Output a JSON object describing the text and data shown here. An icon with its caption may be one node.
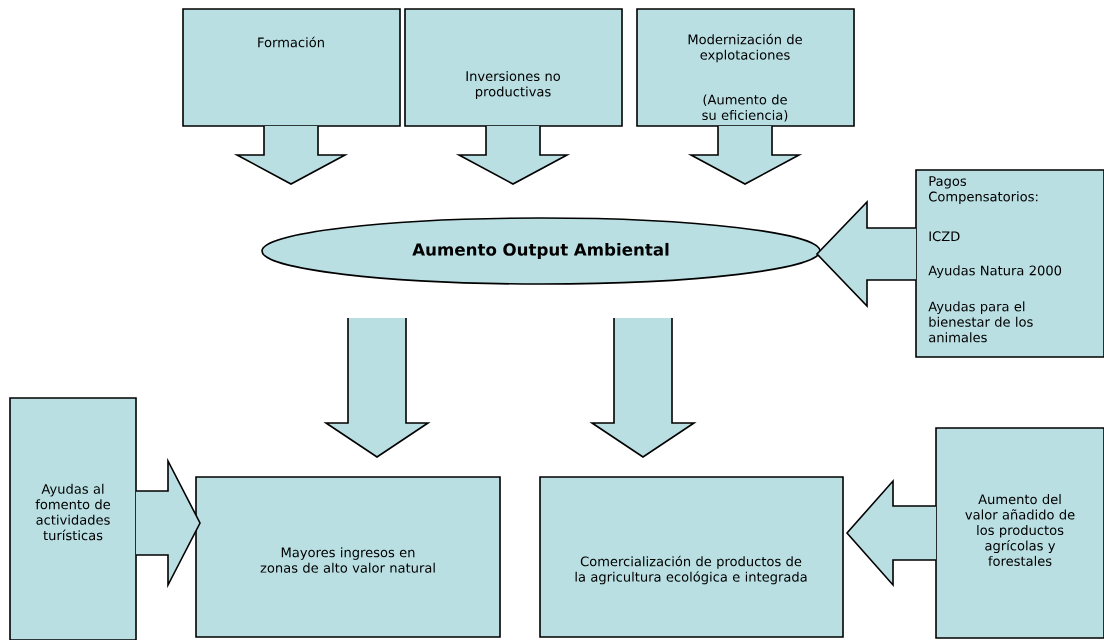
{
  "diagram": {
    "nodes": [
      {
        "text": [
          "Formación"
        ]
      },
      {
        "text": [
          "Inversiones no productivas"
        ]
      },
      {
        "text": [
          "Modernización de explotaciones",
          "(Aumento de su eficiencia)"
        ]
      },
      {
        "text": [
          "Aumento Output Ambiental"
        ]
      },
      {
        "text": [
          "Pagos Compensatorios:",
          "ICZD",
          "Ayudas Natura 2000",
          "Ayudas para el bienestar de los animales"
        ]
      },
      {
        "text": [
          "Ayudas al fomento de actividades turísticas"
        ]
      },
      {
        "text": [
          "Mayores ingresos en zonas de alto valor natural"
        ]
      },
      {
        "text": [
          "Comercialización de productos de la agricultura ecológica e integrada"
        ]
      },
      {
        "text": [
          "Aumento del valor añadido de los productos agrícolas y forestales"
        ]
      }
    ],
    "edges": [
      {
        "from": 0,
        "to": 3,
        "arrow": "to"
      },
      {
        "from": 1,
        "to": 3,
        "arrow": "to"
      },
      {
        "from": 2,
        "to": 3,
        "arrow": "to"
      },
      {
        "from": 4,
        "to": 3,
        "arrow": "to"
      },
      {
        "from": 3,
        "to": 6,
        "arrow": "to"
      },
      {
        "from": 3,
        "to": 7,
        "arrow": "to"
      },
      {
        "from": 5,
        "to": 6,
        "arrow": "to"
      },
      {
        "from": 8,
        "to": 7,
        "arrow": "to"
      }
    ]
  }
}
